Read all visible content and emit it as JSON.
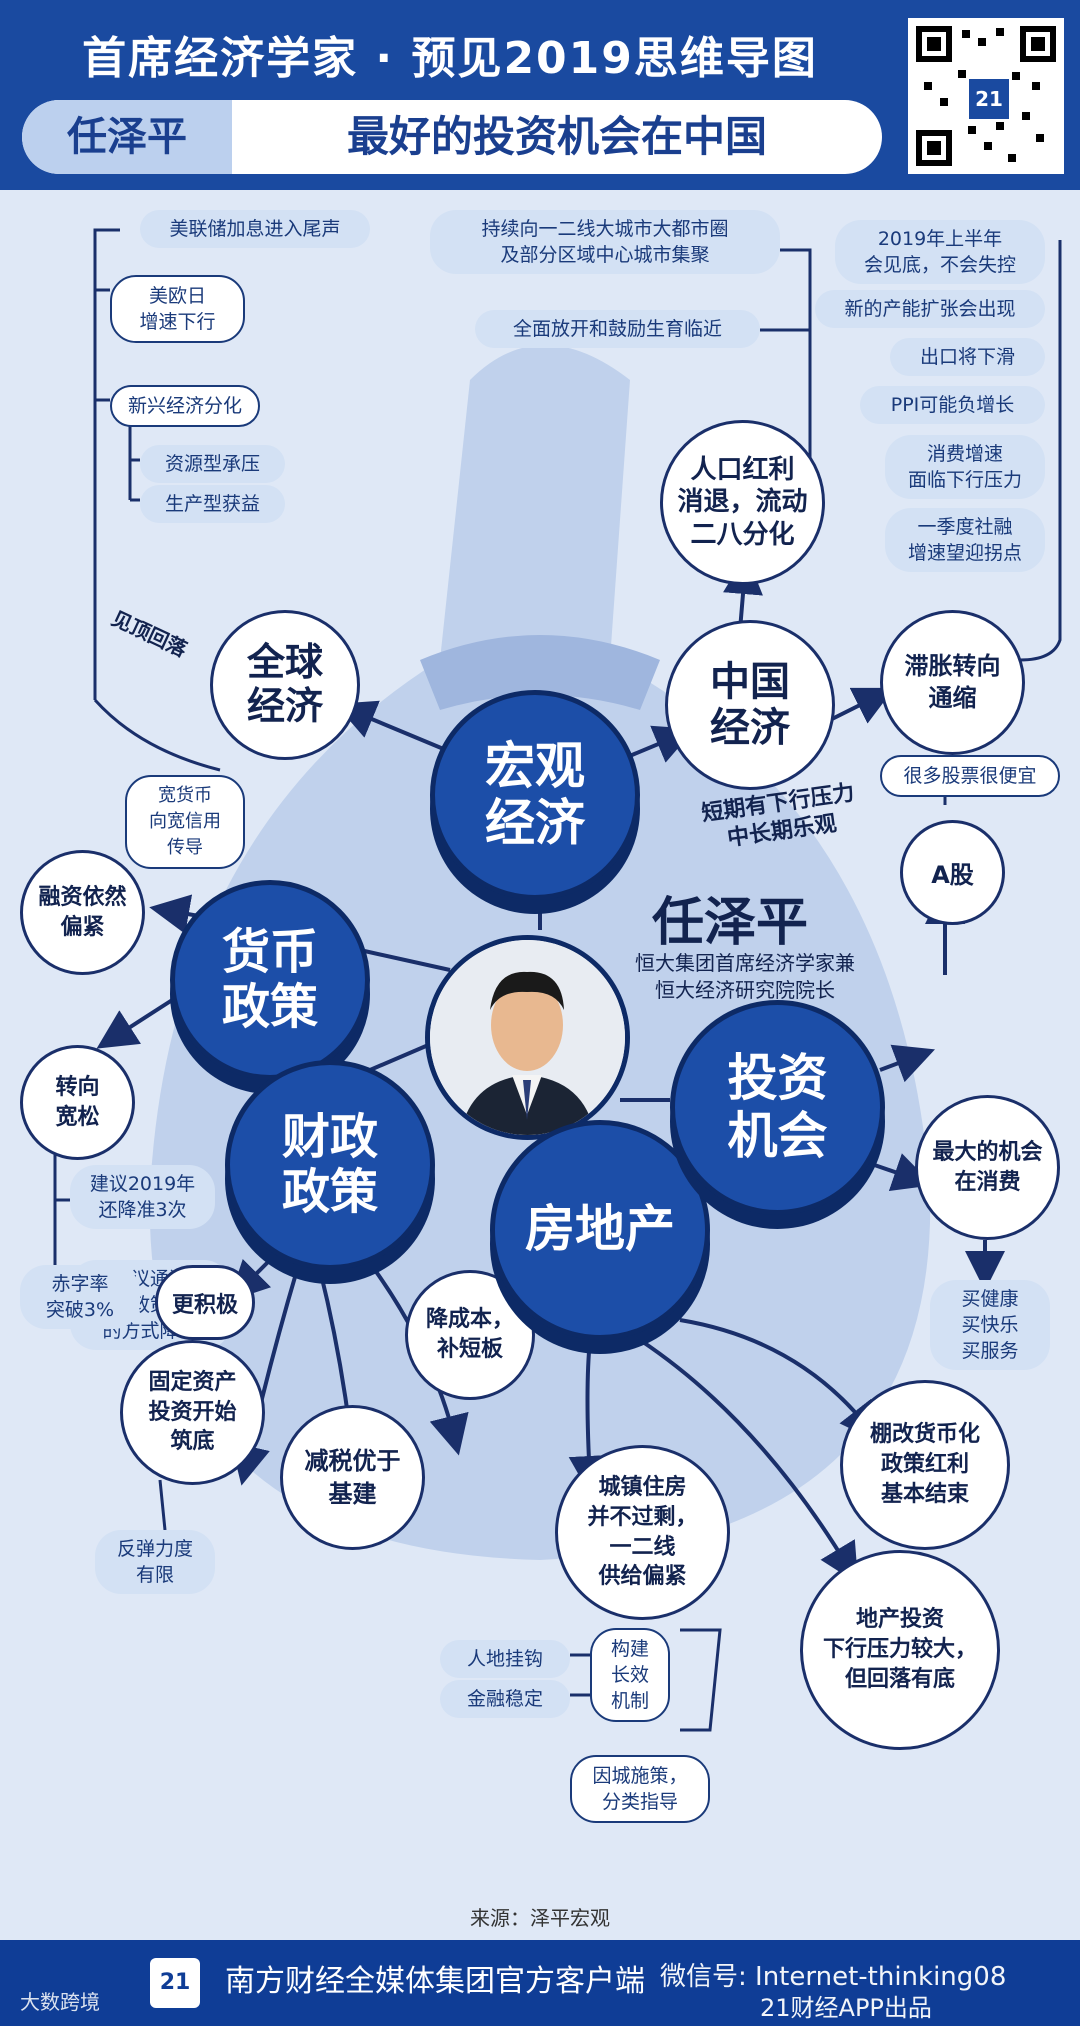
{
  "header": {
    "title": "首席经济学家 · 预见2019思维导图",
    "name": "任泽平",
    "subtitle": "最好的投资机会在中国",
    "qr_logo": "21"
  },
  "center": {
    "name": "任泽平",
    "desc": "恒大集团首席经济学家兼\n恒大经济研究院院长"
  },
  "coins": {
    "macro": "宏观\n经济",
    "monetary": "货币\n政策",
    "fiscal": "财政\n政策",
    "property": "房地产",
    "invest": "投资\n机会"
  },
  "global": {
    "title": "全球\n经济",
    "peak": "见顶回落",
    "items": [
      "美联储加息进入尾声",
      "美欧日\n增速下行",
      "新兴经济分化",
      "资源型承压",
      "生产型获益"
    ]
  },
  "china": {
    "title": "中国\n经济",
    "note": "短期有下行压力\n中长期乐观",
    "demo_title": "人口红利\n消退，流动\n二八分化",
    "demo_items": [
      "持续向一二线大城市大都市圈\n及部分区域中心城市集聚",
      "全面放开和鼓励生育临近"
    ],
    "defl_title": "滞胀转向\n通缩",
    "defl_items": [
      "2019年上半年\n会见底，不会失控",
      "新的产能扩张会出现",
      "出口将下滑",
      "PPI可能负增长",
      "消费增速\n面临下行压力",
      "一季度社融\n增速望迎拐点"
    ]
  },
  "monetary": {
    "tight": "融资依然\n偏紧",
    "tight_note": "宽货币\n向宽信用\n传导",
    "loose": "转向\n宽松",
    "loose_items": [
      "建议2019年\n还降准3次",
      "建议通过\n下调政策利率\n的方式降息"
    ]
  },
  "fiscal": {
    "active": "更积极",
    "deficit": "赤字率\n突破3%",
    "fai": "固定资产\n投资开始\n筑底",
    "rebound": "反弹力度\n有限",
    "tax": "减税优于\n基建",
    "cost": "降成本，\n补短板"
  },
  "property": {
    "housing": "城镇住房\n并不过剩，\n一二线\n供给偏紧",
    "mech": "构建\n长效\n机制",
    "mech_items": [
      "人地挂钩",
      "金融稳定"
    ],
    "city": "因城施策，\n分类指导",
    "invest": "地产投资\n下行压力较大，\n但回落有底",
    "shed": "棚改货币化\n政策红利\n基本结束"
  },
  "invest": {
    "a_share": "A股",
    "a_note": "很多股票很便宜",
    "consume": "最大的机会\n在消费",
    "consume_note": "买健康\n买快乐\n买服务"
  },
  "source": "来源：泽平宏观",
  "footer": {
    "logo": "21",
    "text": "南方财经全媒体集团官方客户端",
    "app": "21财经APP出品",
    "watermark": "大数跨境",
    "wechat": "微信号: Internet-thinking08"
  }
}
